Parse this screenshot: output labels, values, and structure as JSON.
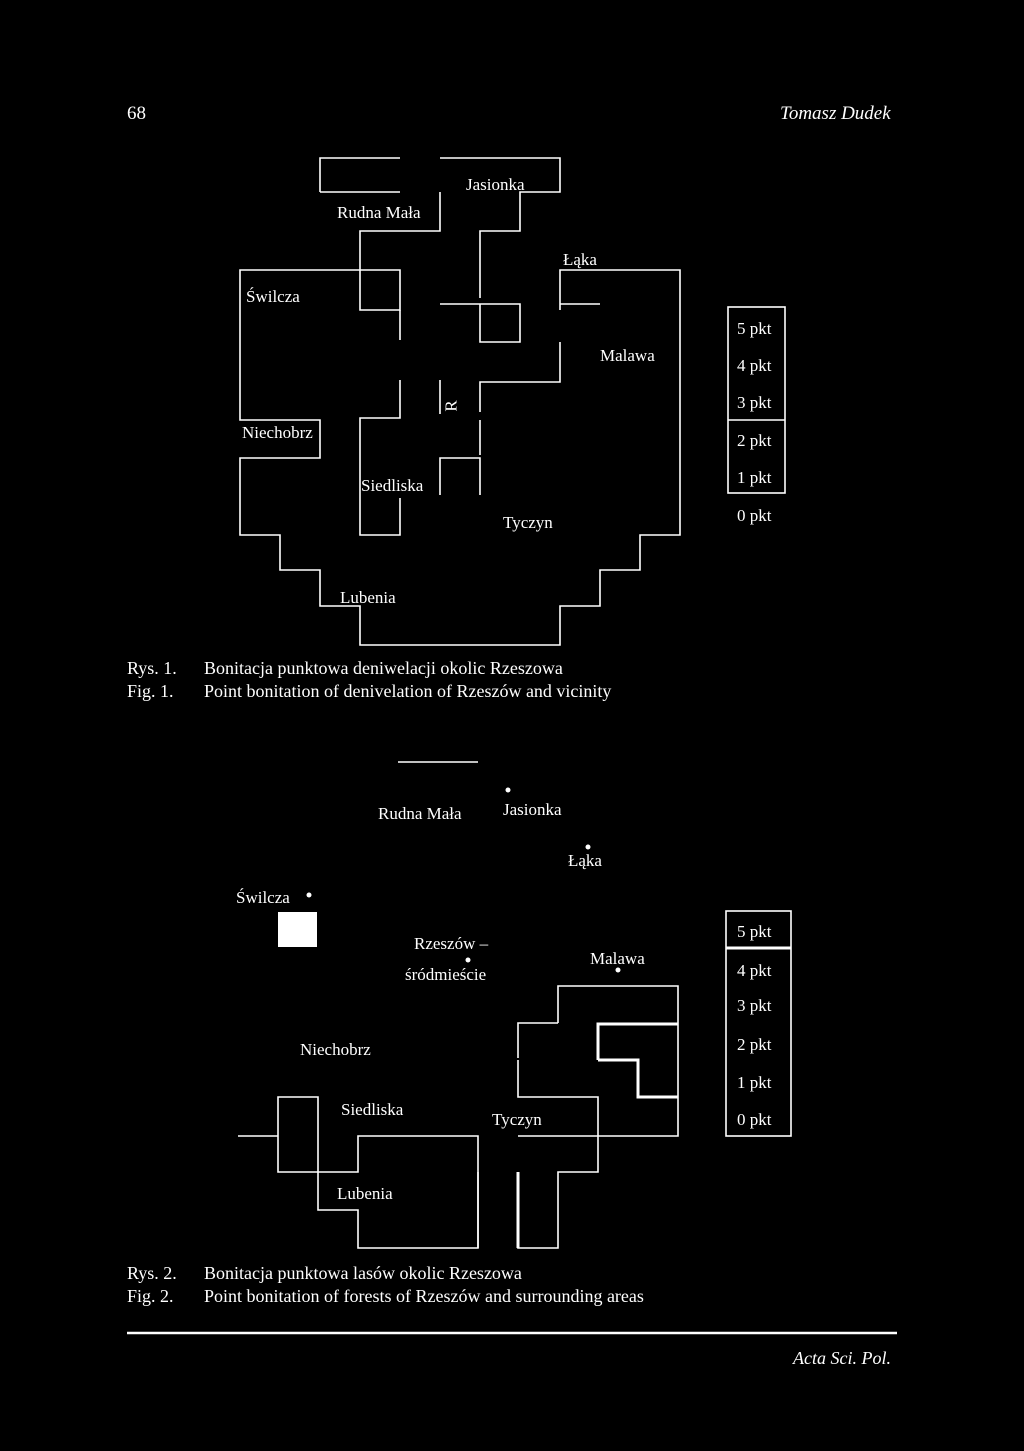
{
  "header": {
    "page_number": "68",
    "author": "Tomasz Dudek"
  },
  "figure1": {
    "places": {
      "jasionka": "Jasionka",
      "rudna_mala": "Rudna Mała",
      "laka": "Łąka",
      "swilcza": "Świlcza",
      "malawa": "Malawa",
      "niechobrz": "Niechobrz",
      "r": "R",
      "siedliska": "Siedliska",
      "tyczyn": "Tyczyn",
      "lubenia": "Lubenia"
    },
    "legend": [
      "5 pkt",
      "4 pkt",
      "3 pkt",
      "2 pkt",
      "1 pkt",
      "0 pkt"
    ],
    "caption_pl_label": "Rys. 1.",
    "caption_pl": "Bonitacja punktowa deniwelacji okolic Rzeszowa",
    "caption_en_label": "Fig. 1.",
    "caption_en": "Point bonitation of denivelation of Rzeszów and vicinity"
  },
  "figure2": {
    "places": {
      "rudna_mala": "Rudna Mała",
      "jasionka": "Jasionka",
      "laka": "Łąka",
      "swilcza": "Świlcza",
      "rzeszow_1": "Rzeszów –",
      "rzeszow_2": "śródmieście",
      "malawa": "Malawa",
      "niechobrz": "Niechobrz",
      "siedliska": "Siedliska",
      "tyczyn": "Tyczyn",
      "lubenia": "Lubenia"
    },
    "legend": [
      "5 pkt",
      "4 pkt",
      "3 pkt",
      "2 pkt",
      "1 pkt",
      "0 pkt"
    ],
    "caption_pl_label": "Rys. 2.",
    "caption_pl": "Bonitacja punktowa lasów okolic Rzeszowa",
    "caption_en_label": "Fig. 2.",
    "caption_en": "Point bonitation of forests of Rzeszów and surrounding areas"
  },
  "footer": {
    "journal": "Acta Sci. Pol."
  }
}
